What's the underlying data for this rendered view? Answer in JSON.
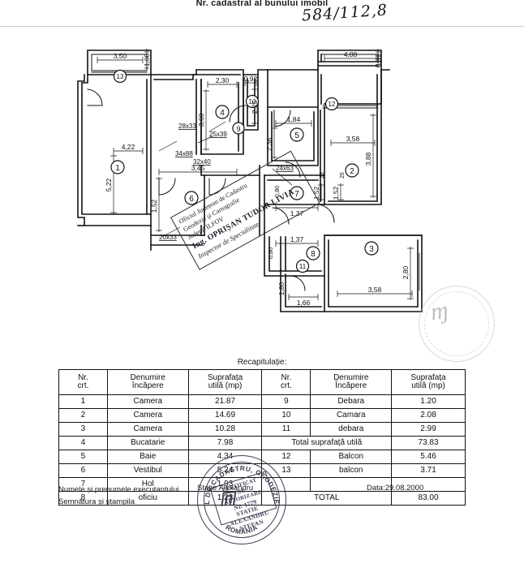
{
  "document": {
    "title": "Nr. cadastral al bunului imobil",
    "cadastral_number": "584/112,8",
    "recap_label": "Recapitulație:"
  },
  "table": {
    "headers_left": {
      "nr": "Nr.",
      "nr2": "crt.",
      "den": "Denumire",
      "den2": "încăpere",
      "sup": "Suprafața",
      "sup2": "utilă (mp)"
    },
    "headers_right": {
      "nr": "Nr.",
      "nr2": "crt.",
      "den": "Denumire",
      "den2": "Încăpere",
      "sup": "Suprafața",
      "sup2": "utilă (mp)"
    },
    "rows_left": [
      {
        "nr": "1",
        "name": "Camera",
        "area": "21.87"
      },
      {
        "nr": "2",
        "name": "Camera",
        "area": "14.69"
      },
      {
        "nr": "3",
        "name": "Camera",
        "area": "10.28"
      },
      {
        "nr": "4",
        "name": "Bucatarie",
        "area": "7.98"
      },
      {
        "nr": "5",
        "name": "Baie",
        "area": "4.34"
      },
      {
        "nr": "6",
        "name": "Vestibul",
        "area": "5.24"
      },
      {
        "nr": "7",
        "name": "Hol",
        "area": "1.93"
      },
      {
        "nr": "8",
        "name": "oficiu",
        "area": "1.23"
      }
    ],
    "rows_right": [
      {
        "nr": "9",
        "name": "Debara",
        "area": "1.20",
        "span": false
      },
      {
        "nr": "10",
        "name": "Camara",
        "area": "2.08",
        "span": false
      },
      {
        "nr": "11",
        "name": "debara",
        "area": "2.99",
        "span": false
      },
      {
        "nr": "",
        "name": "Total suprafață utilă",
        "area": "73.83",
        "span": true
      },
      {
        "nr": "12",
        "name": "Balcon",
        "area": "5.46",
        "span": false
      },
      {
        "nr": "13",
        "name": "balcon",
        "area": "3.71",
        "span": false
      },
      {
        "nr": "",
        "name": "",
        "area": "",
        "span": false
      },
      {
        "nr": "",
        "name": "TOTAL",
        "area": "83.00",
        "span": true
      }
    ]
  },
  "footer": {
    "line1": "Numele și prenumele executantului",
    "line2": "Semnătura și ștampila",
    "executant": "Statie  Alexandru",
    "date": "Data:29.08.2000"
  },
  "stamp_inspector": {
    "line1": "Oficiul Județean de Cadastru",
    "line2": "Geodezie și Cartografie",
    "line3": "Județul ILFOV",
    "line4": "Ing. OPRIȘAN TUDOR LIVIA",
    "line5": "Inspector de Specialitate"
  },
  "stamp_round": {
    "top_arc": "OFICIUL NAȚIONAL DE CADASTRU, GEODEZIE ȘI CARTOGRAFIE",
    "bottom_arc": "ROMÂNIA",
    "cert1": "CERTIFICAT",
    "cert2": "DE",
    "cert3": "AUTORIZARE",
    "cert4": "Nr. 1779",
    "cert5": "STATIE ALEXANDRU ȘTEFAN"
  },
  "plan": {
    "rooms": [
      {
        "id": "1",
        "label": "1"
      },
      {
        "id": "2",
        "label": "2"
      },
      {
        "id": "3",
        "label": "3"
      },
      {
        "id": "4",
        "label": "4"
      },
      {
        "id": "5",
        "label": "5"
      },
      {
        "id": "6",
        "label": "6"
      },
      {
        "id": "7",
        "label": "7"
      },
      {
        "id": "8",
        "label": "8"
      },
      {
        "id": "9",
        "label": "9"
      },
      {
        "id": "10",
        "label": "10"
      },
      {
        "id": "11",
        "label": "11"
      },
      {
        "id": "12",
        "label": "12"
      },
      {
        "id": "13",
        "label": "13"
      }
    ],
    "dimensions": {
      "d_3_50": "3,50",
      "d_1_08": "1,08",
      "d_4_22": "4,22",
      "d_5_22": "5,22",
      "d_2_30": "2,30",
      "d_3_60": "3,60",
      "d_0_92": "0,92",
      "d_2_25": "2,25",
      "d_4_88": "4,88",
      "d_1_12": "1,12",
      "d_1_84": "1,84",
      "d_2_38": "2,38",
      "d_3_58_r2": "3,58",
      "d_3_88": "3,88",
      "d_3_45": "3,45",
      "d_1_52a": "1,52",
      "d_1_52b": "1,52",
      "d_1_52c": "1,52",
      "d_1_37a": "1,37",
      "d_1_37b": "1,37",
      "d_1_66": "1,66",
      "d_1_80": "1,80",
      "d_3_58_r3": "3,58",
      "d_2_80": "2,80",
      "d_0_80a": "0,80",
      "d_0_80b": "0,80",
      "d_0_80c": "0,80"
    },
    "openings": {
      "o_28x33": "28x33",
      "o_34x88": "34x88",
      "o_20x33": "20x33",
      "o_25x39": "25x39",
      "o_32x40": "32x40",
      "o_24x63": "24x63",
      "o_25a": "25",
      "o_25b": "25"
    }
  }
}
